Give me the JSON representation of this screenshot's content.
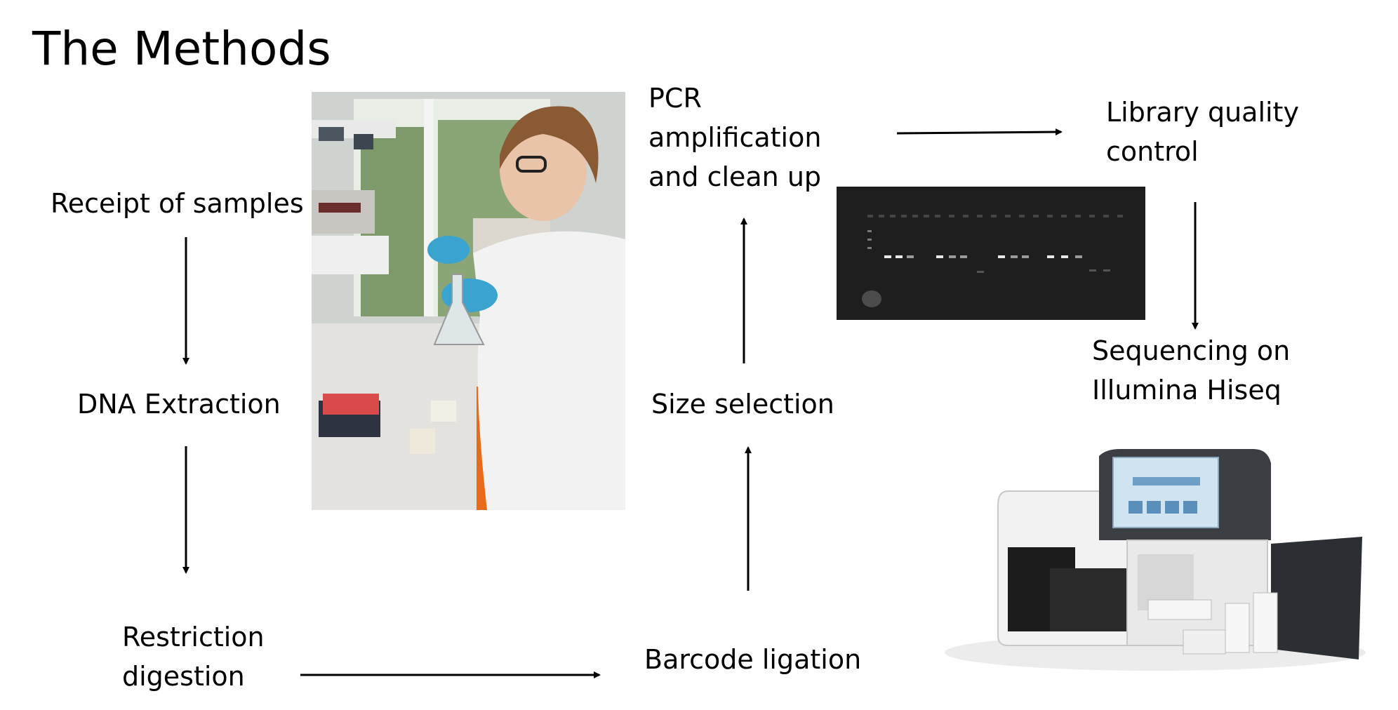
{
  "slide": {
    "title": "The Methods"
  },
  "steps": {
    "receipt": "Receipt of samples",
    "extraction": "DNA Extraction",
    "restriction_1": "Restriction",
    "restriction_2": "digestion",
    "barcode": "Barcode ligation",
    "size": "Size selection",
    "pcr_1": "PCR",
    "pcr_2": "amplification",
    "pcr_3": "and clean up",
    "library_1": "Library quality",
    "library_2": "control",
    "sequencing_1": "Sequencing on",
    "sequencing_2": "Illumina Hiseq"
  },
  "colors": {
    "arrow": "#000000",
    "gel_background": "#1b1b1b",
    "gel_band": "#e8e8e8",
    "lab_coat": "#f2f2f2",
    "glove": "#3aa3d0"
  }
}
